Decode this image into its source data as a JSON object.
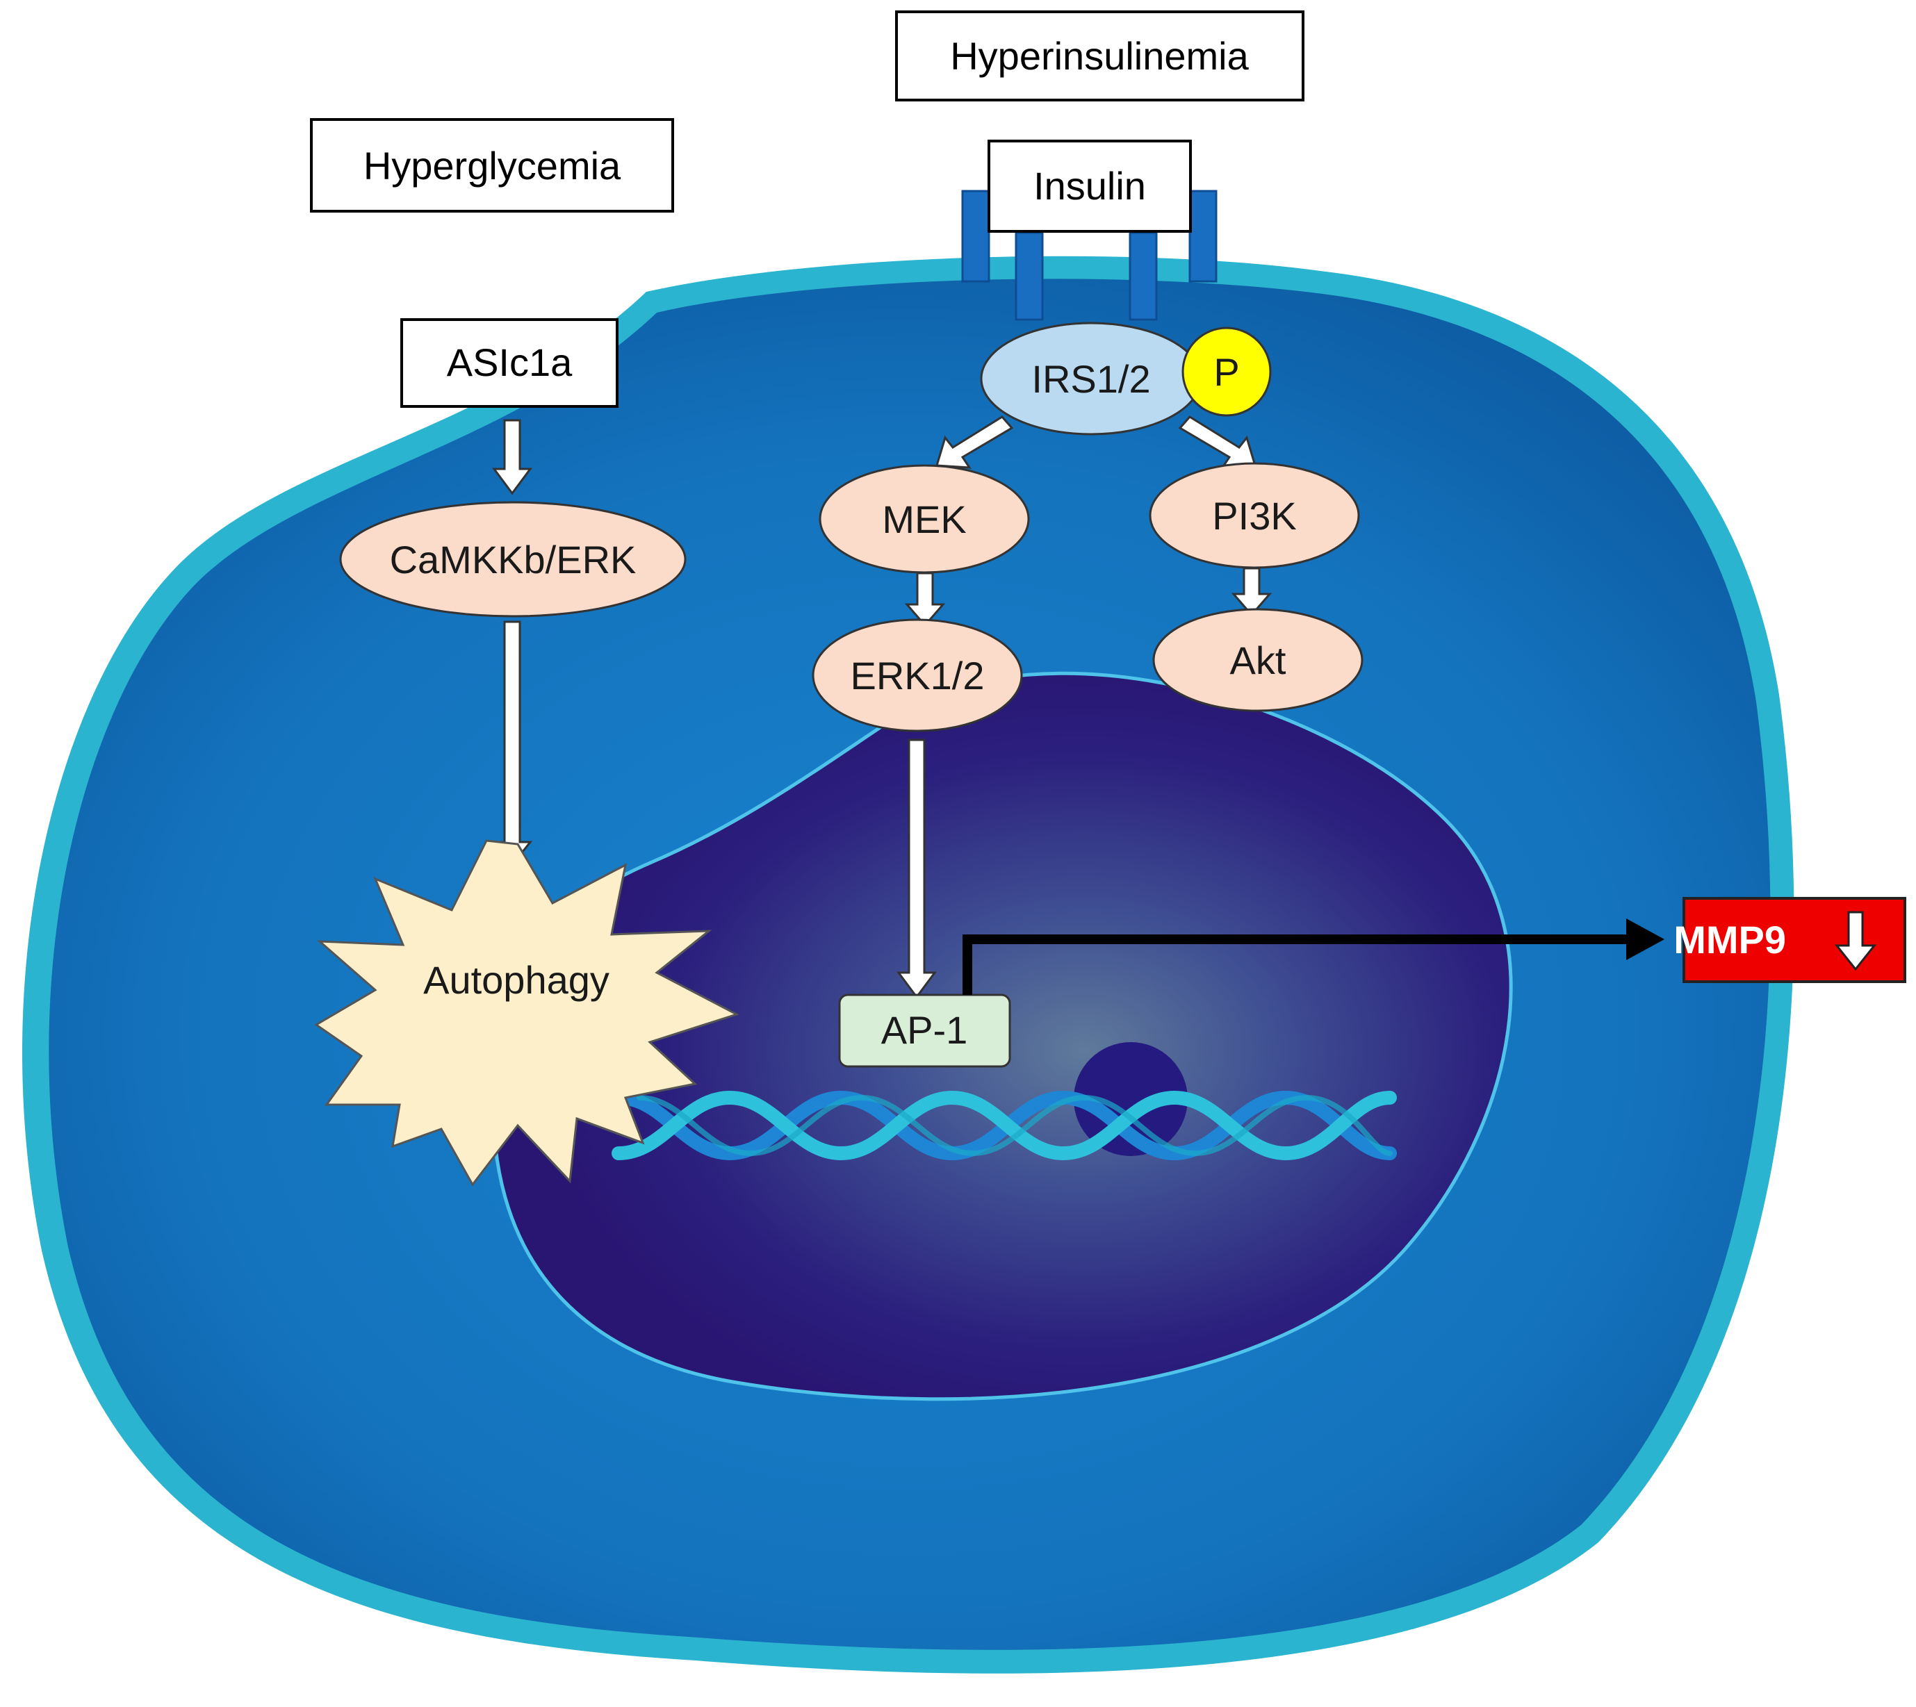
{
  "diagram": {
    "triggers": {
      "hyperglycemia": "Hyperglycemia",
      "hyperinsulinemia": "Hyperinsulinemia"
    },
    "receptor": {
      "ligand": "Insulin"
    },
    "pathway_left": {
      "sensor": "ASIc1a",
      "kinase": "CaMKKb/ERK",
      "outcome": "Autophagy"
    },
    "pathway_right": {
      "adaptor": "IRS1/2",
      "phospho": "P",
      "mek": "MEK",
      "erk": "ERK1/2",
      "pi3k": "PI3K",
      "akt": "Akt",
      "transcription_factor": "AP-1"
    },
    "output": {
      "target": "MMP9",
      "direction": "down"
    },
    "colors": {
      "cytoplasm": "#1779c2",
      "membrane": "#1aa9c9",
      "nucleus": "#2a1a7a",
      "kinase_fill": "#fbdccb",
      "adaptor_fill": "#b9daf0",
      "phospho_fill": "#ffff00",
      "ap1_fill": "#d9eed6",
      "autophagy_fill": "#fcefc9",
      "output_fill": "#ee0000"
    }
  }
}
